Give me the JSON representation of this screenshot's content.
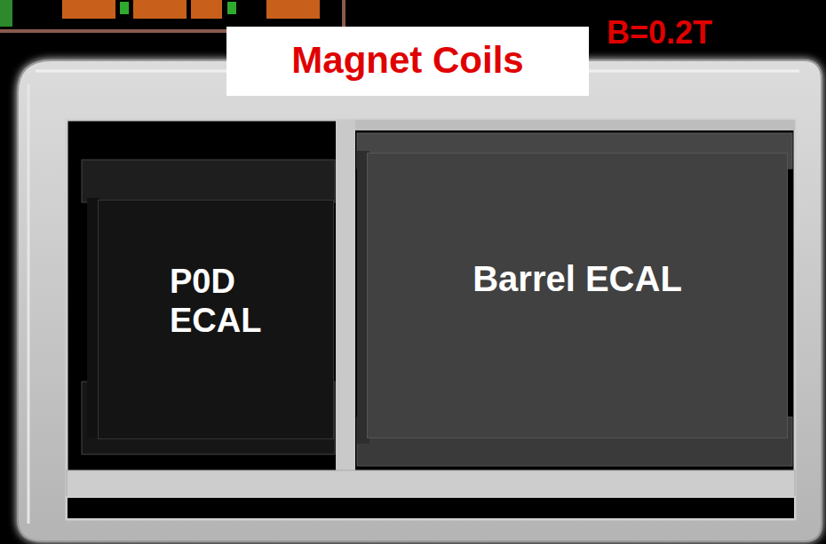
{
  "diagram": {
    "nodes": [
      {
        "text": [
          "Magnet Coils"
        ]
      },
      {
        "text": [
          "P0D ECAL"
        ]
      },
      {
        "text": [
          "Barrel ECAL"
        ]
      }
    ],
    "labels": [
      "B=0.2T"
    ]
  }
}
